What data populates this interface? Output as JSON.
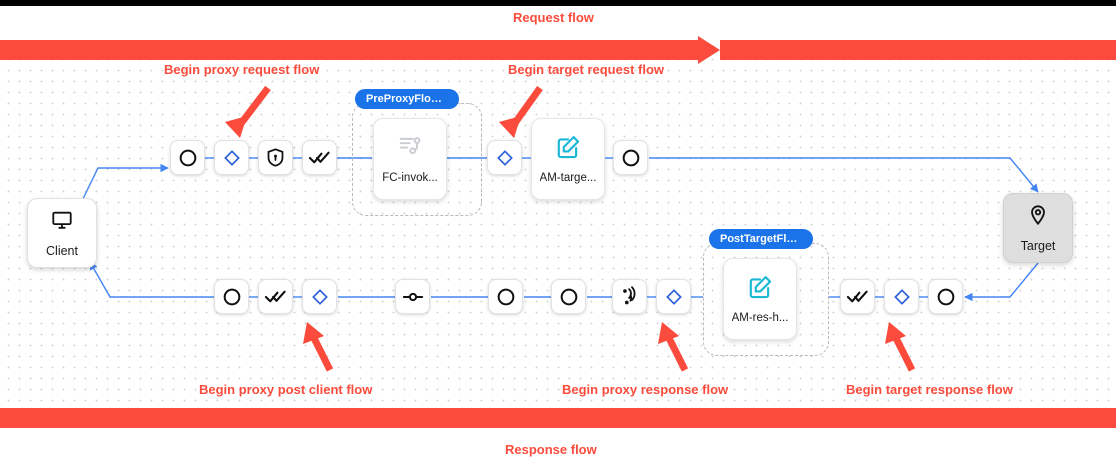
{
  "theme": {
    "accent_red": "#fb4b3c",
    "wire_blue": "#4285f4",
    "chip_blue": "#1a73e8",
    "policy_teal": "#1ab8d4",
    "target_gray": "#dedede"
  },
  "banners": {
    "request": {
      "label": "Request flow",
      "direction": "right"
    },
    "response": {
      "label": "Response flow",
      "direction": "left"
    }
  },
  "annotations": [
    {
      "id": "begin-proxy-request-flow",
      "label": "Begin proxy request flow"
    },
    {
      "id": "begin-target-request-flow",
      "label": "Begin target request flow"
    },
    {
      "id": "begin-proxy-post-client-flow",
      "label": "Begin proxy post client flow"
    },
    {
      "id": "begin-proxy-response-flow",
      "label": "Begin proxy response flow"
    },
    {
      "id": "begin-target-response-flow",
      "label": "Begin target response flow"
    }
  ],
  "endpoints": {
    "client": {
      "label": "Client",
      "icon": "monitor-icon"
    },
    "target": {
      "label": "Target",
      "icon": "location-pin-icon"
    }
  },
  "groups": [
    {
      "id": "pre-proxy-flow-hook",
      "chip": "PreProxyFlowH..."
    },
    {
      "id": "post-target-flow-hook",
      "chip": "PostTargetFlow..."
    }
  ],
  "policies": [
    {
      "id": "fc-invoke",
      "label": "FC-invok...",
      "icon": "flow-callout-icon",
      "state": "disabled"
    },
    {
      "id": "am-target",
      "label": "AM-targe...",
      "icon": "edit-square-icon",
      "state": "enabled"
    },
    {
      "id": "am-res-h",
      "label": "AM-res-h...",
      "icon": "edit-square-icon",
      "state": "enabled"
    }
  ],
  "request_row": [
    {
      "id": "req-start",
      "icon": "circle-icon"
    },
    {
      "id": "req-flow-1",
      "icon": "diamond-icon"
    },
    {
      "id": "req-security",
      "icon": "shield-lock-icon"
    },
    {
      "id": "req-check",
      "icon": "double-check-icon"
    },
    {
      "id": "req-target-flow",
      "icon": "diamond-icon"
    },
    {
      "id": "req-end",
      "icon": "circle-icon"
    }
  ],
  "response_row": [
    {
      "id": "res-target-end",
      "icon": "circle-icon"
    },
    {
      "id": "res-target-check",
      "icon": "double-check-icon"
    },
    {
      "id": "res-target-flow",
      "icon": "diamond-icon"
    },
    {
      "id": "res-proxy-flow",
      "icon": "diamond-icon"
    },
    {
      "id": "res-signal",
      "icon": "broadcast-icon"
    },
    {
      "id": "res-mid-b",
      "icon": "circle-icon"
    },
    {
      "id": "res-mid-a",
      "icon": "circle-icon"
    },
    {
      "id": "res-fuse",
      "icon": "node-line-icon"
    },
    {
      "id": "res-post-client",
      "icon": "diamond-icon"
    },
    {
      "id": "res-check",
      "icon": "double-check-icon"
    },
    {
      "id": "res-start",
      "icon": "circle-icon"
    }
  ]
}
